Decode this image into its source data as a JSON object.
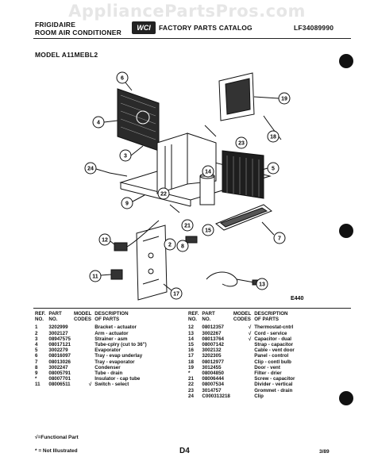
{
  "watermark": "AppliancePartsPros.com",
  "header": {
    "brand": "FRIGIDAIRE",
    "product": "ROOM AIR CONDITIONER",
    "logo": "WCI",
    "catalog": "FACTORY PARTS CATALOG",
    "catalog_no": "LF34089990",
    "model": "MODEL A11MEBL2"
  },
  "callouts": [
    "6",
    "19",
    "4",
    "18",
    "3",
    "23",
    "5",
    "24",
    "14",
    "9",
    "22",
    "21",
    "15",
    "7",
    "12",
    "2",
    "8",
    "11",
    "17",
    "13"
  ],
  "figure_code": "E440",
  "columns": {
    "ref": "REF.",
    "no": "NO.",
    "part": "PART",
    "part_no": "NO.",
    "model": "MODEL",
    "codes": "CODES",
    "desc": "DESCRIPTION",
    "of_parts": "OF PARTS"
  },
  "parts_left": [
    {
      "ref": "1",
      "part": "3202999",
      "mark": "",
      "desc": "Bracket - actuator"
    },
    {
      "ref": "2",
      "part": "3002127",
      "mark": "",
      "desc": "Arm - actuator"
    },
    {
      "ref": "3",
      "part": "08947575",
      "mark": "",
      "desc": "Strainer - asm"
    },
    {
      "ref": "4",
      "part": "08017121",
      "mark": "",
      "desc": "Tube-cplry (cut to 36\")"
    },
    {
      "ref": "5",
      "part": "3002279",
      "mark": "",
      "desc": "Evaporator"
    },
    {
      "ref": "6",
      "part": "08016097",
      "mark": "",
      "desc": "Tray - evap underlay"
    },
    {
      "ref": "7",
      "part": "08013026",
      "mark": "",
      "desc": "Tray - evaporator"
    },
    {
      "ref": "8",
      "part": "3002247",
      "mark": "",
      "desc": "Condenser"
    },
    {
      "ref": "9",
      "part": "08005791",
      "mark": "",
      "desc": "Tube - drain"
    },
    {
      "ref": "*",
      "part": "08007701",
      "mark": "",
      "desc": "Insulator - cap tube"
    },
    {
      "ref": "11",
      "part": "08006511",
      "mark": "√",
      "desc": "Switch - select"
    }
  ],
  "parts_right": [
    {
      "ref": "12",
      "part": "08012357",
      "mark": "√",
      "desc": "Thermostat-cntrl"
    },
    {
      "ref": "13",
      "part": "3002267",
      "mark": "√",
      "desc": "Cord - service"
    },
    {
      "ref": "14",
      "part": "08013764",
      "mark": "√",
      "desc": "Capacitor - dual"
    },
    {
      "ref": "15",
      "part": "08007142",
      "mark": "",
      "desc": "Strap - capacitor"
    },
    {
      "ref": "16",
      "part": "3002132",
      "mark": "",
      "desc": "Cable - vent door"
    },
    {
      "ref": "17",
      "part": "3202305",
      "mark": "",
      "desc": "Panel - control"
    },
    {
      "ref": "18",
      "part": "08012977",
      "mark": "",
      "desc": "Clip - contl bulb"
    },
    {
      "ref": "19",
      "part": "3012455",
      "mark": "",
      "desc": "Door - vent"
    },
    {
      "ref": "*",
      "part": "08004850",
      "mark": "",
      "desc": "Filter - drier"
    },
    {
      "ref": "21",
      "part": "08006444",
      "mark": "",
      "desc": "Screw - capacitor"
    },
    {
      "ref": "22",
      "part": "08007534",
      "mark": "",
      "desc": "Divider - vertical"
    },
    {
      "ref": "23",
      "part": "3014757",
      "mark": "",
      "desc": "Grommet - drain"
    },
    {
      "ref": "24",
      "part": "C000313218",
      "mark": "",
      "desc": "Clip"
    }
  ],
  "footer": {
    "functional": "√=Functional Part",
    "not_illustrated": "* = Not Illustrated",
    "page": "D4",
    "date": "3/89"
  }
}
